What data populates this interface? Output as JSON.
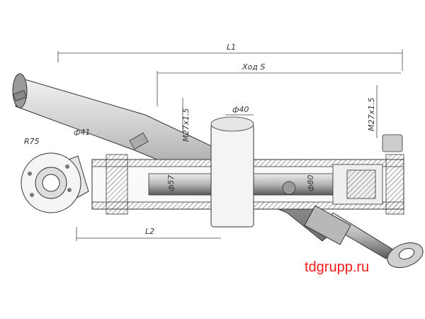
{
  "drawing": {
    "dimensions": {
      "l1": "L1",
      "stroke": "Ход S",
      "l2": "L2",
      "port_left": "M27x1.5",
      "port_right": "M27x1.5",
      "rod_diameter": "ф40",
      "bore_diameter": "ф80",
      "rod_outer": "ф57",
      "eye_radius": "R75",
      "pin_hole": "ф41"
    }
  },
  "watermark": {
    "text": "tdgrupp.ru",
    "color": "#ff1a1a"
  }
}
